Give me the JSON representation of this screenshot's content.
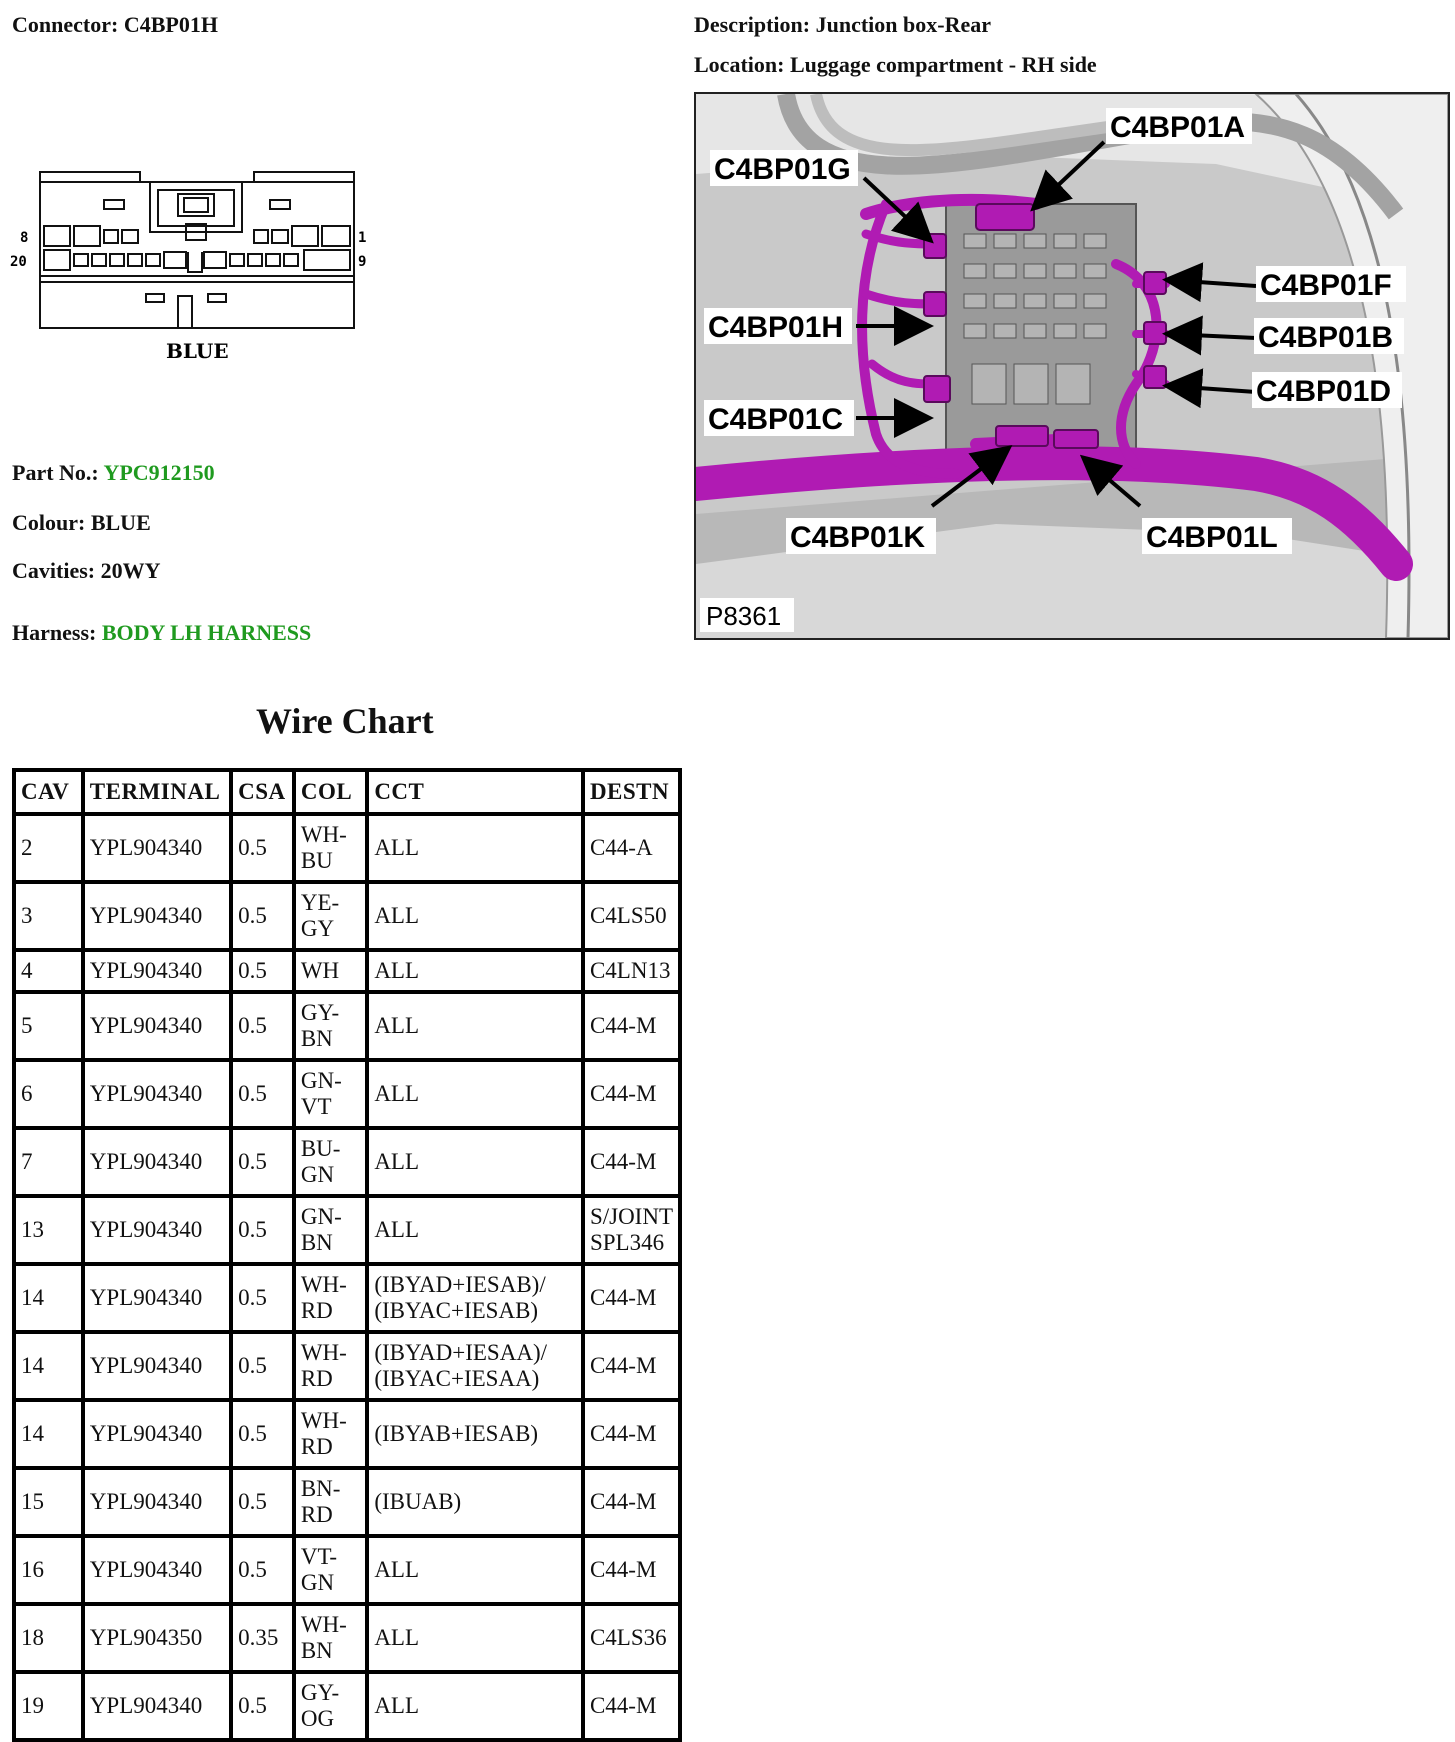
{
  "connector": {
    "label": "Connector:",
    "value": "C4BP01H"
  },
  "description": {
    "label": "Description:",
    "value": "Junction box-Rear"
  },
  "location": {
    "label": "Location:",
    "value": "Luggage compartment - RH side"
  },
  "pinout": {
    "pin_top_left": "8",
    "pin_top_right": "1",
    "pin_bottom_left": "20",
    "pin_bottom_right": "9",
    "colour_label": "BLUE"
  },
  "part_no": {
    "label": "Part No.:",
    "value": "YPC912150"
  },
  "colour": {
    "label": "Colour:",
    "value": "BLUE"
  },
  "cavities": {
    "label": "Cavities:",
    "value": "20WY"
  },
  "harness": {
    "label": "Harness:",
    "value": "BODY LH HARNESS"
  },
  "photo": {
    "id": "P8361",
    "callouts": [
      "C4BP01A",
      "C4BP01G",
      "C4BP01F",
      "C4BP01H",
      "C4BP01B",
      "C4BP01D",
      "C4BP01C",
      "C4BP01K",
      "C4BP01L"
    ],
    "harness_color": "#b01bb3"
  },
  "wire_chart": {
    "title": "Wire Chart",
    "headers": [
      "CAV",
      "TERMINAL",
      "CSA",
      "COL",
      "CCT",
      "DESTN"
    ],
    "rows": [
      {
        "cav": "2",
        "terminal": "YPL904340",
        "csa": "0.5",
        "col": "WH-\nBU",
        "cct": "ALL",
        "destn": "C44-A"
      },
      {
        "cav": "3",
        "terminal": "YPL904340",
        "csa": "0.5",
        "col": "YE-\nGY",
        "cct": "ALL",
        "destn": "C4LS50"
      },
      {
        "cav": "4",
        "terminal": "YPL904340",
        "csa": "0.5",
        "col": "WH",
        "cct": "ALL",
        "destn": "C4LN13"
      },
      {
        "cav": "5",
        "terminal": "YPL904340",
        "csa": "0.5",
        "col": "GY-\nBN",
        "cct": "ALL",
        "destn": "C44-M"
      },
      {
        "cav": "6",
        "terminal": "YPL904340",
        "csa": "0.5",
        "col": "GN-\nVT",
        "cct": "ALL",
        "destn": "C44-M"
      },
      {
        "cav": "7",
        "terminal": "YPL904340",
        "csa": "0.5",
        "col": "BU-\nGN",
        "cct": "ALL",
        "destn": "C44-M"
      },
      {
        "cav": "13",
        "terminal": "YPL904340",
        "csa": "0.5",
        "col": "GN-\nBN",
        "cct": "ALL",
        "destn": "S/JOINT\nSPL346"
      },
      {
        "cav": "14",
        "terminal": "YPL904340",
        "csa": "0.5",
        "col": "WH-\nRD",
        "cct": "(IBYAD+IESAB)/\n(IBYAC+IESAB)",
        "destn": "C44-M"
      },
      {
        "cav": "14",
        "terminal": "YPL904340",
        "csa": "0.5",
        "col": "WH-\nRD",
        "cct": "(IBYAD+IESAA)/\n(IBYAC+IESAA)",
        "destn": "C44-M"
      },
      {
        "cav": "14",
        "terminal": "YPL904340",
        "csa": "0.5",
        "col": "WH-\nRD",
        "cct": "(IBYAB+IESAB)",
        "destn": "C44-M"
      },
      {
        "cav": "15",
        "terminal": "YPL904340",
        "csa": "0.5",
        "col": "BN-\nRD",
        "cct": "(IBUAB)",
        "destn": "C44-M"
      },
      {
        "cav": "16",
        "terminal": "YPL904340",
        "csa": "0.5",
        "col": "VT-\nGN",
        "cct": "ALL",
        "destn": "C44-M"
      },
      {
        "cav": "18",
        "terminal": "YPL904350",
        "csa": "0.35",
        "col": "WH-\nBN",
        "cct": "ALL",
        "destn": "C4LS36"
      },
      {
        "cav": "19",
        "terminal": "YPL904340",
        "csa": "0.5",
        "col": "GY-\nOG",
        "cct": "ALL",
        "destn": "C44-M"
      }
    ]
  }
}
